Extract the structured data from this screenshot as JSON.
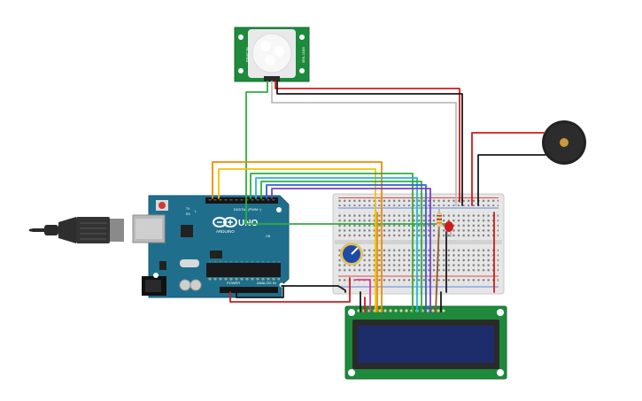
{
  "arduino": {
    "brand": "ARDUINO",
    "model": "UNO",
    "digital_label": "DIGITAL (PWM~)",
    "power_label": "POWER",
    "analog_label": "ANALOG IN",
    "tx_label": "TX",
    "rx_label": "RX",
    "l_label": "L",
    "on_label": "ON"
  },
  "pir_sensor": {
    "left_text": "HC-SR501",
    "right_text": "SEN-13285"
  },
  "colors": {
    "arduino_board": "#1f6f8c",
    "pcb_green": "#1e8a3c",
    "lcd_screen": "#1d2c6b",
    "wire_red": "#d11b1b",
    "wire_black": "#1a1a1a",
    "wire_orange": "#f08a00",
    "wire_yellow": "#f2c200",
    "wire_green": "#2fae3f",
    "wire_cyan": "#26b7d4",
    "wire_blue": "#2f5fd8",
    "wire_purple": "#7b3fc2",
    "wire_brown": "#8b5a2b",
    "wire_pink": "#e23c8f"
  },
  "icons": [
    "usb-cable-icon",
    "buzzer-icon",
    "led-icon",
    "resistor-icon",
    "potentiometer-icon"
  ]
}
